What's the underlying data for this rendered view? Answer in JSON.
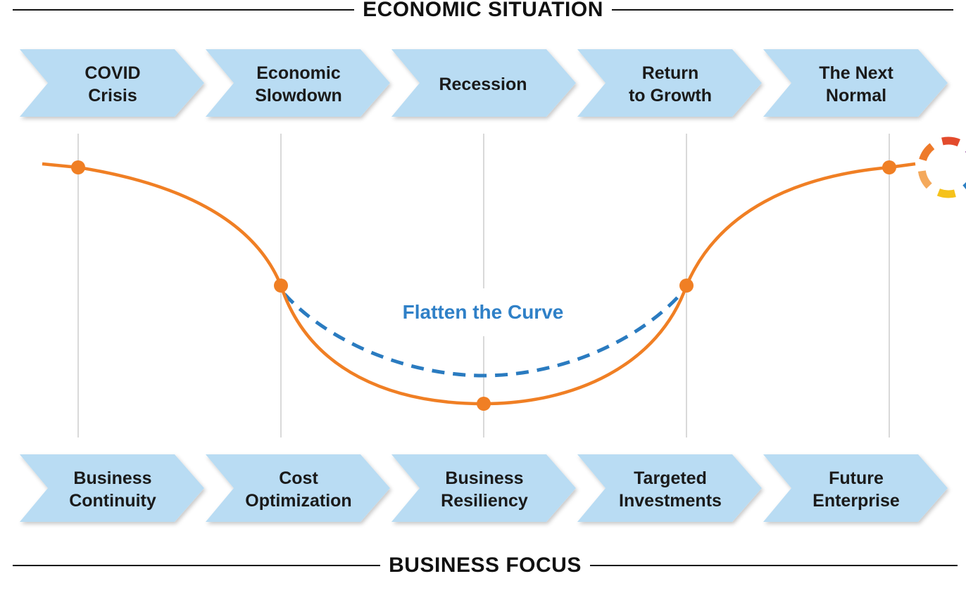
{
  "header": {
    "title": "ECONOMIC SITUATION"
  },
  "footer": {
    "title": "BUSINESS FOCUS"
  },
  "economic_stages": [
    {
      "line1": "COVID",
      "line2": "Crisis"
    },
    {
      "line1": "Economic",
      "line2": "Slowdown"
    },
    {
      "line1": "Recession",
      "line2": ""
    },
    {
      "line1": "Return",
      "line2": "to Growth"
    },
    {
      "line1": "The Next",
      "line2": "Normal"
    }
  ],
  "business_stages": [
    {
      "line1": "Business",
      "line2": "Continuity"
    },
    {
      "line1": "Cost",
      "line2": "Optimization"
    },
    {
      "line1": "Business",
      "line2": "Resiliency"
    },
    {
      "line1": "Targeted",
      "line2": "Investments"
    },
    {
      "line1": "Future",
      "line2": "Enterprise"
    }
  ],
  "curve": {
    "annotation": "Flatten the Curve"
  },
  "colors": {
    "chevron": "#b9dcf3",
    "curve": "#f07f24",
    "dashed_curve": "#2a7bc0",
    "annotation": "#2f80c7",
    "guide_line": "#d9d9d9",
    "ring": [
      "#2b7fc3",
      "#f5c21b",
      "#f4a95c",
      "#ee7a2a",
      "#e34b2c",
      "#8b3f96"
    ]
  }
}
